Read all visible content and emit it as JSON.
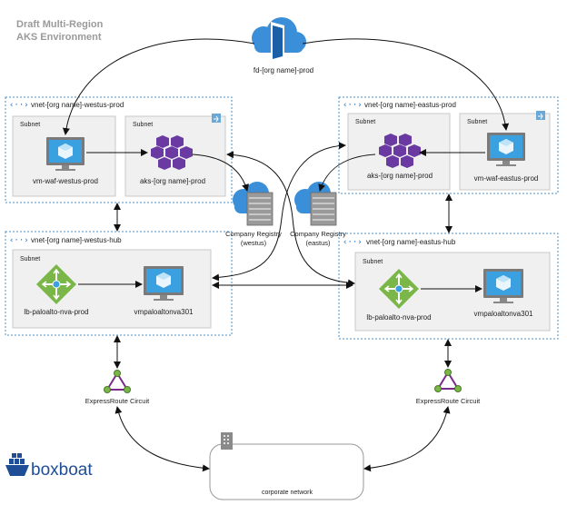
{
  "title": {
    "line1": "Draft Multi-Region",
    "line2": "AKS Environment"
  },
  "front_door": {
    "label": "fd-[org name]-prod"
  },
  "west": {
    "vnet_prod": {
      "label": "vnet-[org name]-westus-prod"
    },
    "subnet_waf": {
      "label": "Subnet",
      "vm": "vm-waf-westus-prod"
    },
    "subnet_aks": {
      "label": "Subnet",
      "aks": "aks-[org name]-prod"
    },
    "registry": {
      "line1": "Company Registry",
      "line2": "(westus)"
    },
    "vnet_hub": {
      "label": "vnet-[org name]-westus-hub"
    },
    "subnet_hub": {
      "label": "Subnet",
      "lb": "lb-paloalto-nva-prod",
      "vm": "vmpaloaltonva301"
    },
    "expressroute": {
      "label": "ExpressRoute Circuit"
    }
  },
  "east": {
    "vnet_prod": {
      "label": "vnet-[org name]-eastus-prod"
    },
    "subnet_aks": {
      "label": "Subnet",
      "aks": "aks-[org name]-prod"
    },
    "subnet_waf": {
      "label": "Subnet",
      "vm": "vm-waf-eastus-prod"
    },
    "registry": {
      "line1": "Company Registry",
      "line2": "(eastus)"
    },
    "vnet_hub": {
      "label": "vnet-[org name]-eastus-hub"
    },
    "subnet_hub": {
      "label": "Subnet",
      "lb": "lb-paloalto-nva-prod",
      "vm": "vmpaloaltonva301"
    },
    "expressroute": {
      "label": "ExpressRoute Circuit"
    }
  },
  "corporate": {
    "label": "corporate network"
  },
  "brand": {
    "name": "boxboat"
  },
  "colors": {
    "azure_blue": "#1a6fc4",
    "vnet_border": "#4a90c8",
    "subnet_fill": "#f0f0f0",
    "aks_purple": "#5b2d8e",
    "lb_green": "#7ab648",
    "expressroute_purple": "#7b2a8a",
    "brand_blue": "#1f4e96"
  }
}
